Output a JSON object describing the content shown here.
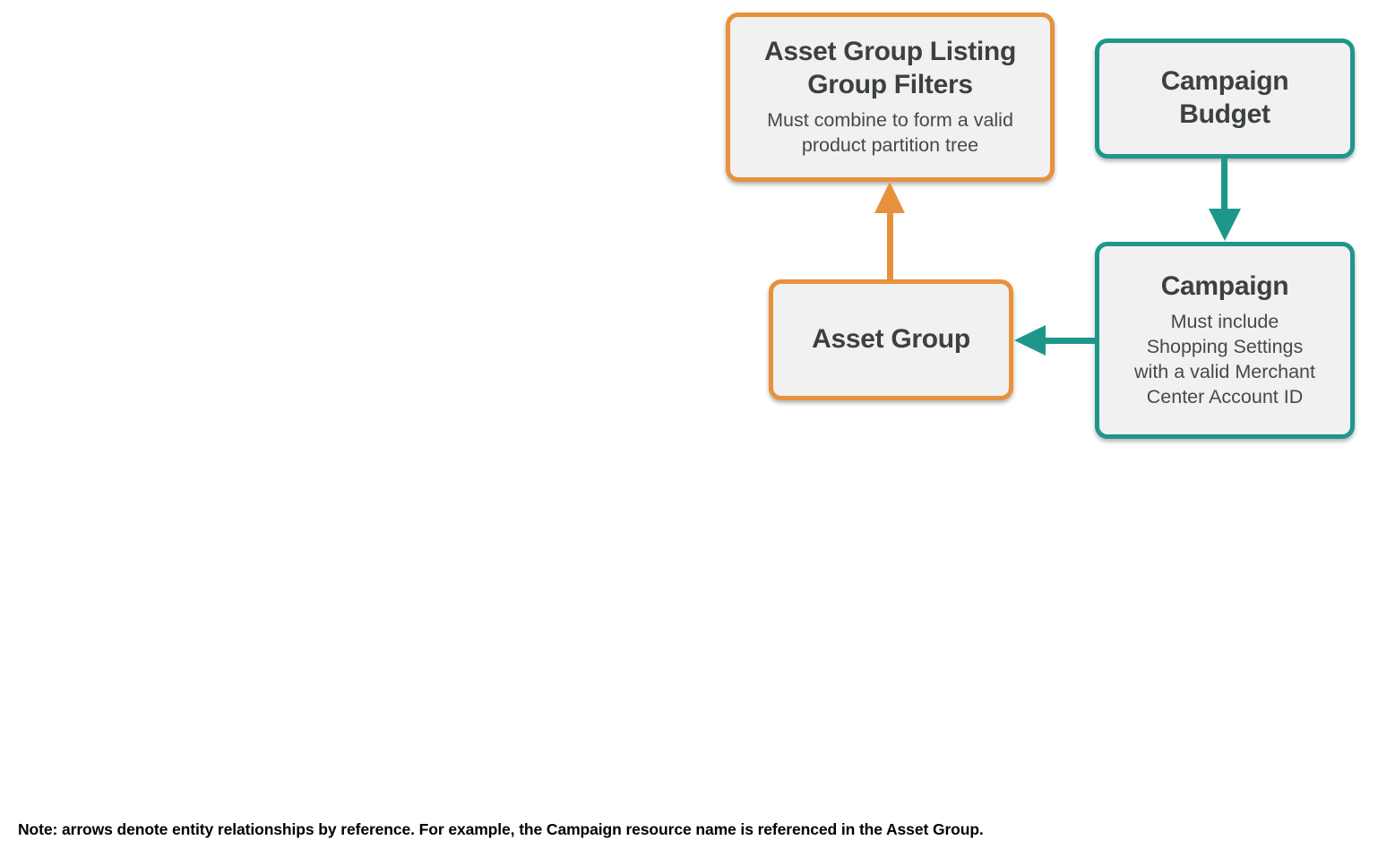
{
  "colors": {
    "orange_accent": "#E8913C",
    "teal_accent": "#1E978A",
    "node_fill": "#F1F1F1",
    "title_text": "#3C4043",
    "subtitle_text": "#45494C",
    "note_text": "#000000"
  },
  "nodes": {
    "filters": {
      "title": "Asset Group Listing\nGroup Filters",
      "subtitle": "Must combine to form a valid\nproduct partition tree",
      "accent": "#E8913C"
    },
    "campaign_budget": {
      "title": "Campaign\nBudget",
      "accent": "#1E978A"
    },
    "campaign": {
      "title": "Campaign",
      "subtitle": "Must include\nShopping Settings\nwith a valid Merchant\nCenter Account ID",
      "accent": "#1E978A"
    },
    "asset_group": {
      "title": "Asset Group",
      "accent": "#E8913C"
    }
  },
  "edges": [
    {
      "from": "Asset Group",
      "to": "Asset Group Listing Group Filters",
      "direction": "up",
      "color": "#E8913C"
    },
    {
      "from": "Campaign Budget",
      "to": "Campaign",
      "direction": "down",
      "color": "#1E978A"
    },
    {
      "from": "Campaign",
      "to": "Asset Group",
      "direction": "left",
      "color": "#1E978A"
    }
  ],
  "note": "Note: arrows denote entity relationships by reference. For example, the Campaign resource name is referenced in the Asset Group."
}
